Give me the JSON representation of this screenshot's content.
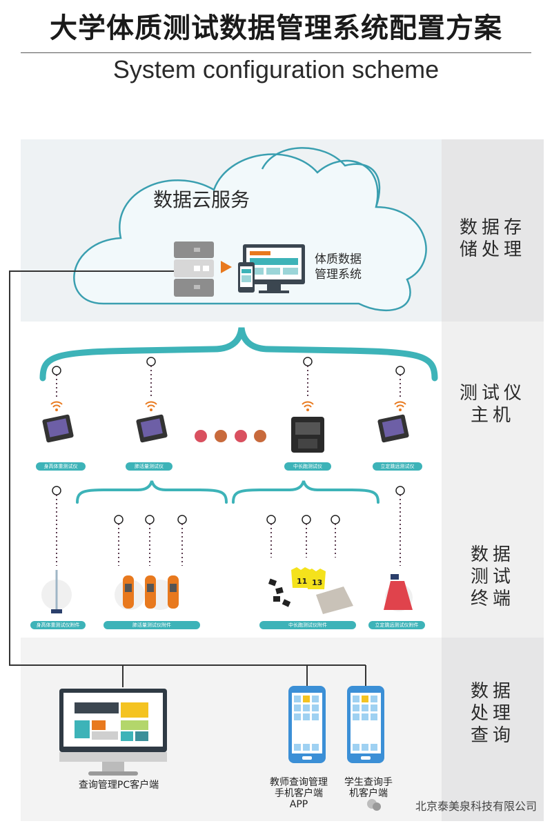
{
  "header": {
    "title": "大学体质测试数据管理系统配置方案",
    "subtitle": "System configuration scheme"
  },
  "layers": {
    "storage": "数据存储处理",
    "hosts": "测试仪主机",
    "terminals": "数据测试终端",
    "query": "数据处理查询"
  },
  "cloud": {
    "title": "数据云服务",
    "system_label": "体质数据管理系统"
  },
  "hosts": [
    {
      "label": "身高体重测试仪"
    },
    {
      "label": "肺活量测试仪"
    },
    {
      "label": "中长跑测试仪"
    },
    {
      "label": "立定跳远测试仪"
    }
  ],
  "terminals": [
    {
      "label": "身高体重测试仪附件"
    },
    {
      "label": "肺活量测试仪附件"
    },
    {
      "label": "中长跑测试仪附件"
    },
    {
      "label": "立定跳远测试仪附件"
    }
  ],
  "bib_numbers": [
    "11",
    "13"
  ],
  "clients": [
    {
      "label": "查询管理PC客户端"
    },
    {
      "label": "教师查询管理手机客户端APP"
    },
    {
      "label": "学生查询手机客户端"
    }
  ],
  "watermark": "北京泰美泉科技有限公司",
  "colors": {
    "teal": "#3db3b8",
    "cloud_fill": "#f2f9fb",
    "cloud_stroke": "#3a9fb0",
    "arrow": "#e8791e",
    "dot_pink": "#d9505f",
    "dot_brown": "#c86a3c",
    "side_gray": "#e6e6e7"
  }
}
